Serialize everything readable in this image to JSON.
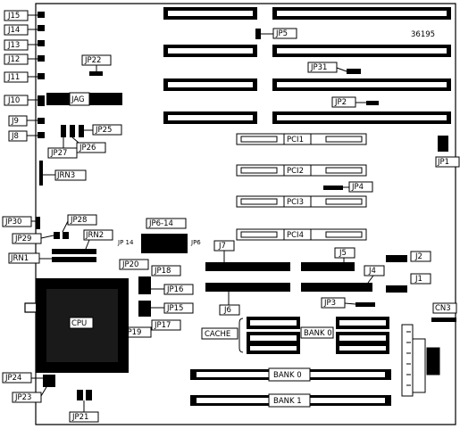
{
  "figure_id": "36195",
  "left_jumpers": [
    "J15",
    "J14",
    "J13",
    "J12",
    "J11",
    "J10",
    "J9",
    "J8"
  ],
  "jumpers": {
    "jp5": "JP5",
    "jp22": "JP22",
    "jp31": "JP31",
    "jp2": "JP2",
    "jp25": "JP25",
    "jp26": "JP26",
    "jp27": "JP27",
    "jp1": "JP1",
    "jp4": "JP4",
    "jp30": "JP30",
    "jp28": "JP28",
    "jp29": "JP29",
    "jp6_14": "JP6-14",
    "jp14_small": "JP 14",
    "jp6_small": "JP6",
    "jp20": "JP20",
    "jp18": "JP18",
    "jp16": "JP16",
    "jp15": "JP15",
    "jp17": "JP17",
    "jp19": "JP19",
    "jp3": "JP3",
    "jp24": "JP24",
    "jp23": "JP23",
    "jp21": "JP21"
  },
  "connectors": {
    "jag": "JAG",
    "jrn3": "JRN3",
    "jrn2": "JRN2",
    "jrn1": "JRN1",
    "j7": "J7",
    "j5": "J5",
    "j2": "J2",
    "j4": "J4",
    "j1": "J1",
    "j6": "J6",
    "cn3": "CN3"
  },
  "pci_slots": [
    "PCI1",
    "PCI2",
    "PCI3",
    "PCI4"
  ],
  "cpu_label": "CPU",
  "cache_label": "CACHE",
  "cache_bank_label": "BANK 0",
  "memory_banks": [
    "BANK 0",
    "BANK 1"
  ]
}
